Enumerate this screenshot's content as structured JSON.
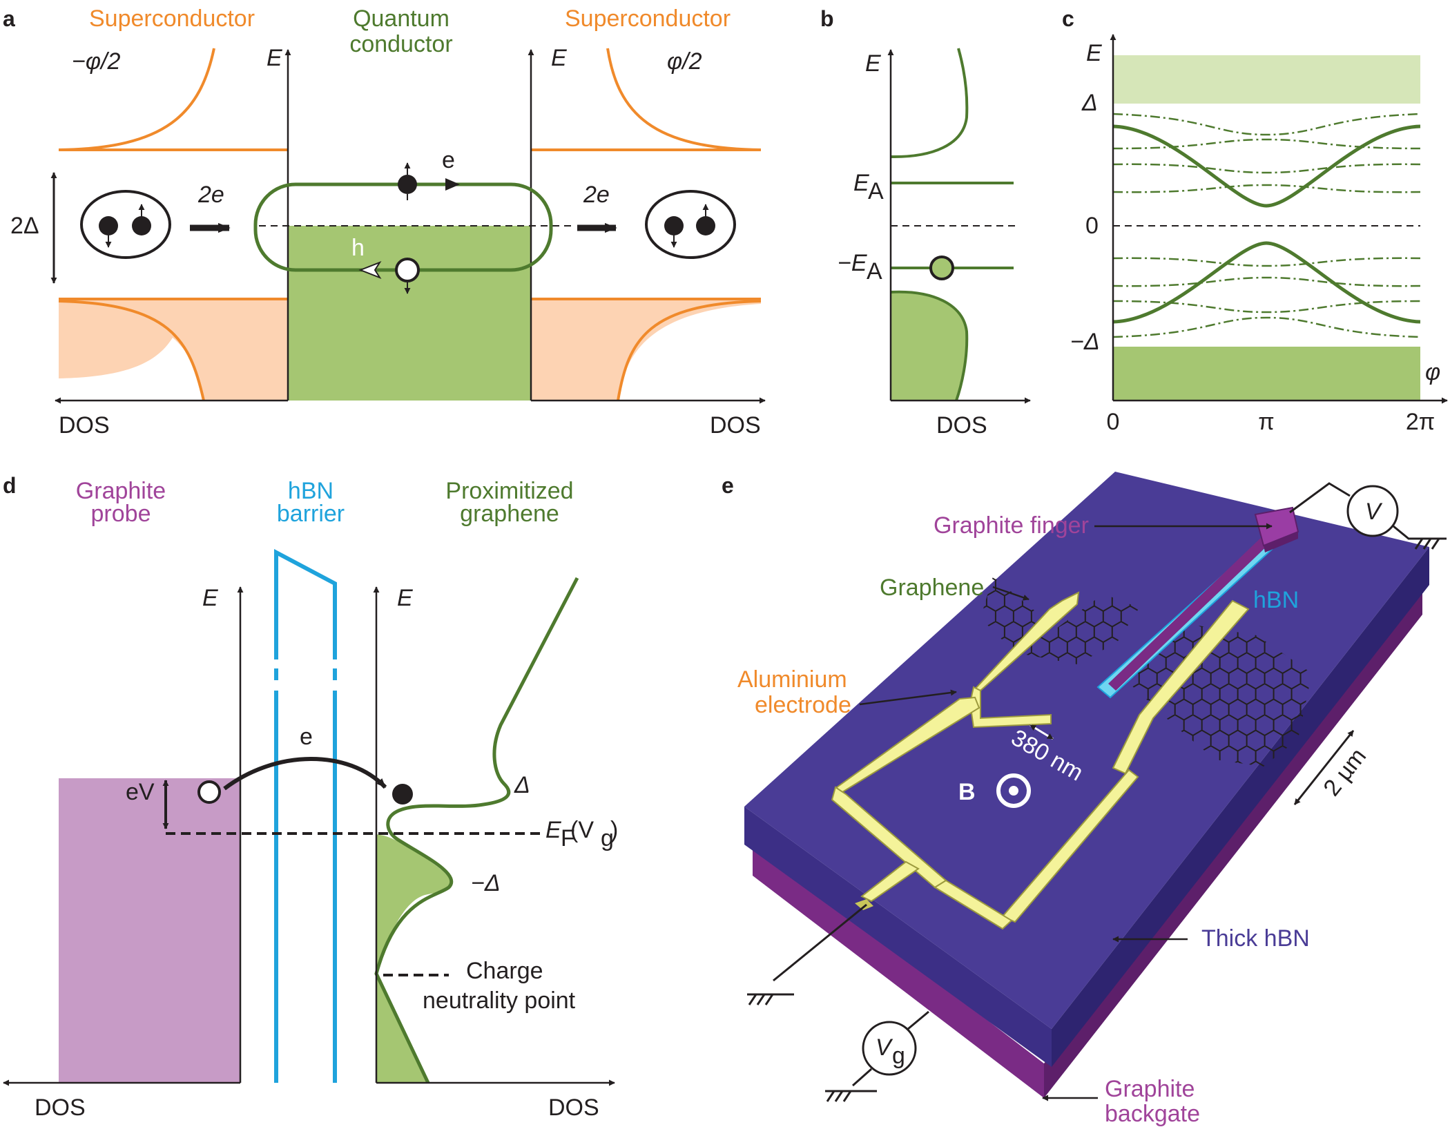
{
  "panels": {
    "a": {
      "letter": "a",
      "left_title": "Superconductor",
      "center_title_1": "Quantum",
      "center_title_2": "conductor",
      "right_title": "Superconductor",
      "left_phase": "−φ/2",
      "right_phase": "φ/2",
      "energy_axis": "E",
      "dos": "DOS",
      "gap": "2Δ",
      "pair_charge": "2e",
      "electron": "e",
      "hole": "h"
    },
    "b": {
      "letter": "b",
      "energy_axis": "E",
      "ea": "E",
      "ea_sub": "A",
      "neg_ea": "−E",
      "neg_ea_sub": "A",
      "dos": "DOS"
    },
    "c": {
      "letter": "c",
      "energy_axis": "E",
      "delta": "Δ",
      "zero": "0",
      "neg_delta": "−Δ",
      "phase_axis": "φ",
      "x0": "0",
      "x1": "π",
      "x2": "2π"
    },
    "d": {
      "letter": "d",
      "graphite_probe_1": "Graphite",
      "graphite_probe_2": "probe",
      "hbn_1": "hBN",
      "hbn_2": "barrier",
      "prox_1": "Proximitized",
      "prox_2": "graphene",
      "energy_axis": "E",
      "electron": "e",
      "bias": "eV",
      "delta": "Δ",
      "neg_delta": "−Δ",
      "fermi": "E",
      "fermi_sub": "F",
      "fermi_arg": "(V",
      "fermi_arg_sub": "g",
      "fermi_close": ")",
      "cnp_1": "Charge",
      "cnp_2": "neutrality point",
      "dos": "DOS"
    },
    "e": {
      "letter": "e",
      "graphite_finger": "Graphite finger",
      "voltmeter": "V",
      "graphene": "Graphene",
      "hbn": "hBN",
      "aluminium_1": "Aluminium",
      "aluminium_2": "electrode",
      "gap_size": "380 nm",
      "scale": "2 µm",
      "field": "B",
      "thick_hbn": "Thick hBN",
      "gate_v": "V",
      "gate_v_sub": "g",
      "backgate_1": "Graphite",
      "backgate_2": "backgate"
    }
  },
  "colors": {
    "superconductor": "#f08a2b",
    "superconductor_fill": "#fdd3b3",
    "quantum_conductor": "#4e7a2e",
    "quantum_fill": "#a5c672",
    "light_green": "#d6e6b8",
    "graphite": "#a0449a",
    "graphite_fill": "#c79bc6",
    "hbn": "#1fa3dc",
    "substrate": "#4a3c96",
    "aluminium": "#f4f39a"
  }
}
